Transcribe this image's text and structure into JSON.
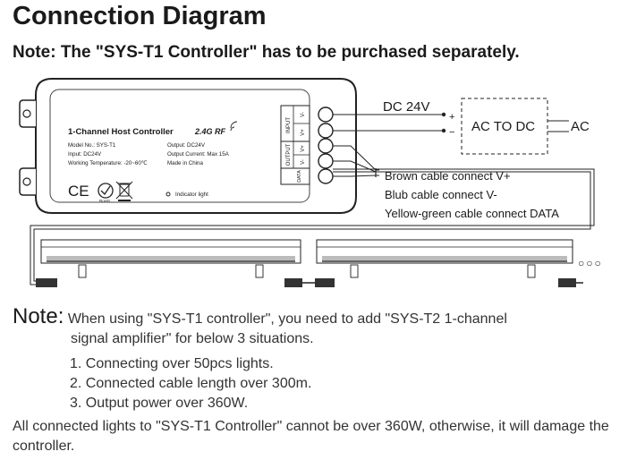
{
  "header": {
    "title": "Connection Diagram",
    "subtitle": "Note: The \"SYS-T1 Controller\" has to be purchased separately."
  },
  "controller": {
    "name": "1-Channel Host Controller",
    "rf_badge": "2.4G RF",
    "specs_left": [
      "Model No.: SYS-T1",
      "Input: DC24V",
      "Working Temperature: -20~60℃"
    ],
    "specs_right": [
      "Output: DC24V",
      "Output Current: Max 15A",
      "Made in China"
    ],
    "indicator_label": "Indicator light",
    "cert_marks": [
      "CE",
      "RoHS",
      "WEEE"
    ],
    "terminal_groups": [
      {
        "label": "INPUT",
        "pins": [
          "V-",
          "V+"
        ]
      },
      {
        "label": "OUTPUT",
        "pins": [
          "V+",
          "V-"
        ]
      },
      {
        "label": "DATA",
        "pins": []
      }
    ]
  },
  "power": {
    "voltage_label": "DC 24V",
    "plus": "+",
    "minus": "−",
    "converter_label": "AC TO DC",
    "ac_label": "AC"
  },
  "cable_notes": [
    "Brown cable connect V+",
    "Blub cable connect V-",
    "Yellow-green cable connect DATA"
  ],
  "continuation_mark": "○○○",
  "note": {
    "head": "Note:",
    "line1": "When using \"SYS-T1 controller\", you need to add \"SYS-T2 1-channel",
    "line2": "signal amplifier\" for below 3 situations.",
    "items": [
      "1. Connecting over 50pcs lights.",
      "2. Connected cable length over 300m.",
      "3. Output power over 360W."
    ]
  },
  "footer": "All connected lights to \"SYS-T1 Controller\" cannot be over 360W, otherwise, it will damage the controller."
}
